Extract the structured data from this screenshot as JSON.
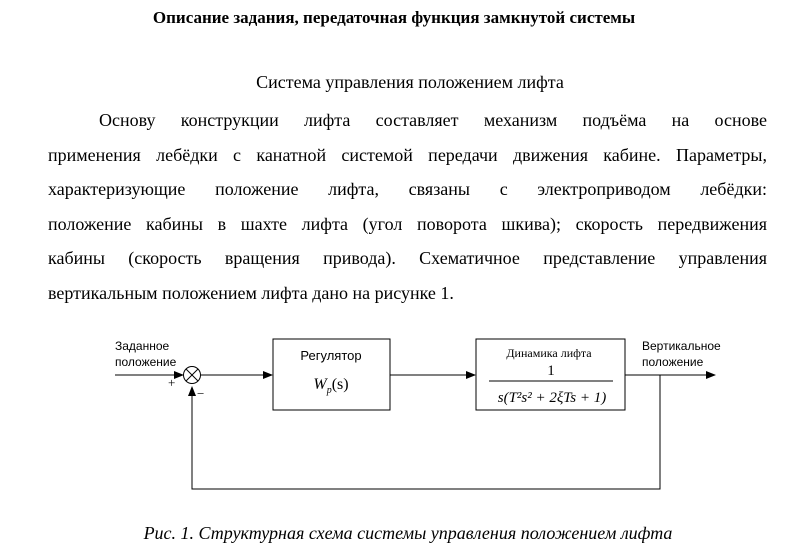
{
  "document": {
    "title": "Описание задания, передаточная функция замкнутой системы",
    "section_heading": "Система управления положением лифта",
    "paragraph_lines": [
      "Основу конструкции лифта составляет механизм подъёма на основе",
      "применения лебёдки с канатной системой передачи движения кабине. Параметры,",
      "характеризующие положение лифта, связаны с электроприводом лебёдки:",
      "положение кабины в шахте лифта (угол поворота шкива); скорость передвижения",
      "кабины (скорость вращения привода). Схематичное представление управления",
      "вертикальным положением лифта дано на рисунке 1."
    ],
    "caption": "Рис. 1. Структурная схема системы управления положением лифта"
  },
  "diagram": {
    "input_label_line1": "Заданное",
    "input_label_line2": "положение",
    "plus_sign": "+",
    "minus_sign": "−",
    "regulator_label": "Регулятор",
    "regulator_tf_W": "W",
    "regulator_tf_sub": "p",
    "regulator_tf_arg": "(s)",
    "plant_label": "Динамика лифта",
    "plant_numerator": "1",
    "plant_denominator": "s(T²s² + 2ξTs + 1)",
    "output_label_line1": "Вертикальное",
    "output_label_line2": "положение"
  }
}
